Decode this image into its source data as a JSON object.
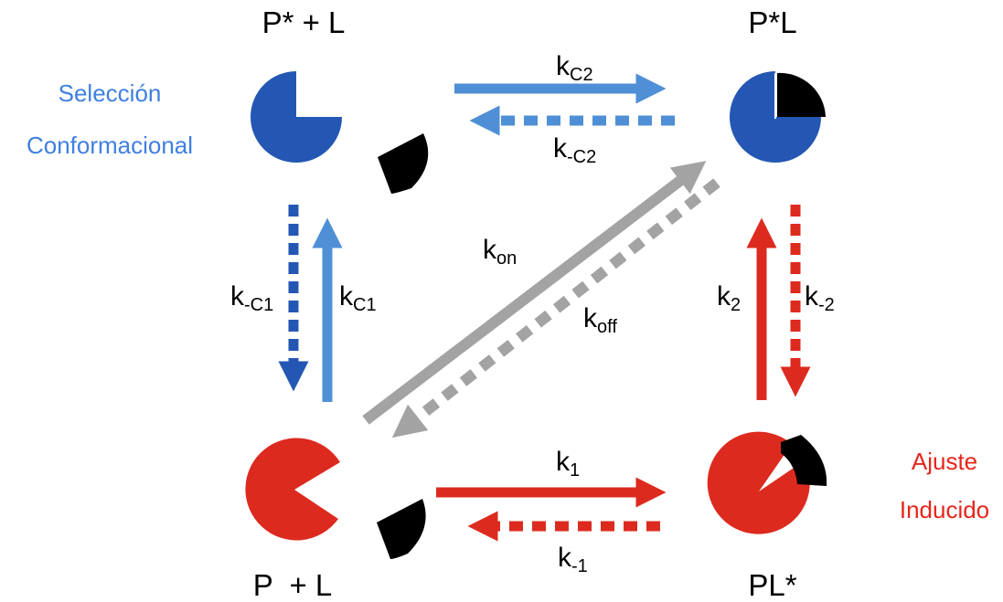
{
  "colors": {
    "blue_dark": "#2457b3",
    "blue_light": "#4f8fd6",
    "red": "#dd2a1f",
    "gray": "#a3a3a3",
    "ligand": "#000000",
    "side_blue": "#3f7fe0",
    "side_red": "#e8261c"
  },
  "states": {
    "top_left": "P* + L",
    "top_right": "P*L",
    "bottom_left": "P  + L",
    "bottom_right": "PL*"
  },
  "side_labels": {
    "blue_line1": "Selección",
    "blue_line2": "Conformacional",
    "red_line1": "Ajuste",
    "red_line2": "Inducido"
  },
  "rates": {
    "kc2": {
      "main": "k",
      "sub": "C2"
    },
    "k_c2": {
      "main": "k",
      "sub": "-C2"
    },
    "k_c1": {
      "main": "k",
      "sub": "-C1"
    },
    "kc1": {
      "main": "k",
      "sub": "C1"
    },
    "kon": {
      "main": "k",
      "sub": "on"
    },
    "koff": {
      "main": "k",
      "sub": "off"
    },
    "k2": {
      "main": "k",
      "sub": "2"
    },
    "k_2": {
      "main": "k",
      "sub": "-2"
    },
    "k1": {
      "main": "k",
      "sub": "1"
    },
    "k_1": {
      "main": "k",
      "sub": "-1"
    }
  },
  "icons": {
    "protein_open_blue": "pie-cutout-icon",
    "protein_closed_blue": "pie-with-ligand-icon",
    "protein_open_red": "pacman-icon",
    "protein_induced_red": "pie-with-ligand-icon",
    "ligand": "wedge-icon"
  }
}
